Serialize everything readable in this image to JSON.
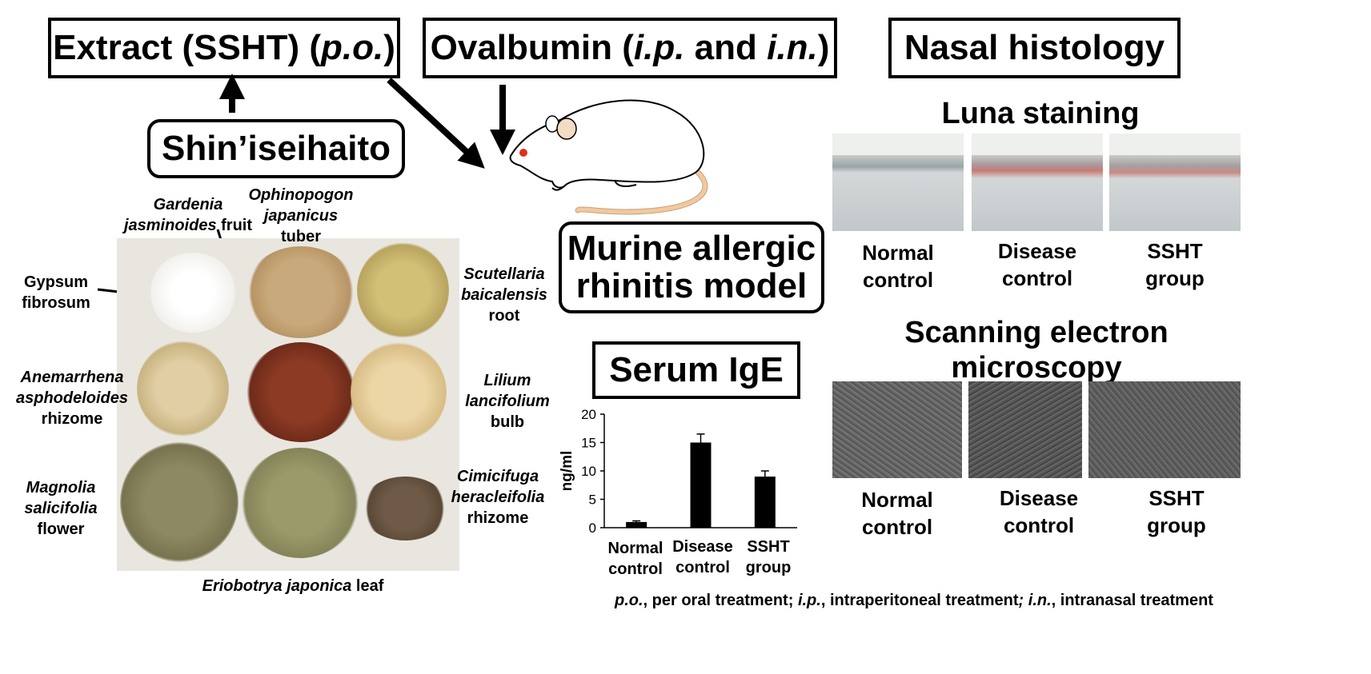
{
  "boxes": {
    "extract": {
      "pre": "Extract (SSHT) (",
      "ital": "p.o.",
      "post": ")"
    },
    "ovalbumin": {
      "pre": "Ovalbumin (",
      "ital1": "i.p.",
      "mid": " and ",
      "ital2": "i.n.",
      "post": ")"
    },
    "nasal_histology": "Nasal histology",
    "shin": "Shin’iseihaito",
    "murine": {
      "line1": "Murine allergic",
      "line2": "rhinitis model"
    },
    "serum": "Serum IgE"
  },
  "herbs": {
    "gardenia": {
      "ital1": "Gardenia",
      "ital2": "jasminoides",
      "rest": " fruit"
    },
    "ophiopogon": {
      "line1": "Ophinopogon",
      "line2": "japanicus",
      "line3": "tuber"
    },
    "gypsum": {
      "line1": "Gypsum",
      "line2": "fibrosum"
    },
    "scutellaria": {
      "line1": "Scutellaria",
      "line2": "baicalensis",
      "line3": "root"
    },
    "anemarrhena": {
      "line1": "Anemarrhena",
      "line2": "asphodeloides",
      "line3": "rhizome"
    },
    "lilium": {
      "line1": "Lilium",
      "line2": "lancifolium",
      "line3": "bulb"
    },
    "magnolia": {
      "line1": "Magnolia",
      "line2": "salicifolia",
      "line3": "flower"
    },
    "cimicifuga": {
      "line1": "Cimicifuga",
      "line2": "heracleifolia",
      "line3": "rhizome"
    },
    "eriobotrya": {
      "ital": "Eriobotrya japonica",
      "rest": " leaf"
    }
  },
  "luna": {
    "title": "Luna staining",
    "captions": [
      {
        "l1": "Normal",
        "l2": "control"
      },
      {
        "l1": "Disease",
        "l2": "control"
      },
      {
        "l1": "SSHT",
        "l2": "group"
      }
    ]
  },
  "sem": {
    "title_l1": "Scanning electron",
    "title_l2": "microscopy",
    "captions": [
      {
        "l1": "Normal",
        "l2": "control"
      },
      {
        "l1": "Disease",
        "l2": "control"
      },
      {
        "l1": "SSHT",
        "l2": "group"
      }
    ]
  },
  "footnote": {
    "a_it": "p.o.",
    "a": ", per oral treatment; ",
    "b_it": "i.p.",
    "b": ", intraperitoneal treatment",
    "c_it": "; i.n.",
    "c": ", intranasal treatment"
  },
  "colors": {
    "ink": "#000000",
    "rat_eye": "#e0301e",
    "rat_ear": "#f3dcc4",
    "rat_tail": "#f0c9a0",
    "photo_bg": "#e9e6df"
  },
  "chart_data": {
    "type": "bar",
    "categories": [
      "Normal control",
      "Disease control",
      "SSHT group"
    ],
    "category_lines": [
      [
        "Normal",
        "control"
      ],
      [
        "Disease",
        "control"
      ],
      [
        "SSHT",
        "group"
      ]
    ],
    "values": [
      1,
      15,
      9
    ],
    "errors": [
      0.2,
      1.5,
      1.0
    ],
    "ylabel": "ng/ml",
    "xlabel": "",
    "ylim": [
      0,
      20
    ],
    "yticks": [
      0,
      5,
      10,
      15,
      20
    ],
    "grid": false
  }
}
